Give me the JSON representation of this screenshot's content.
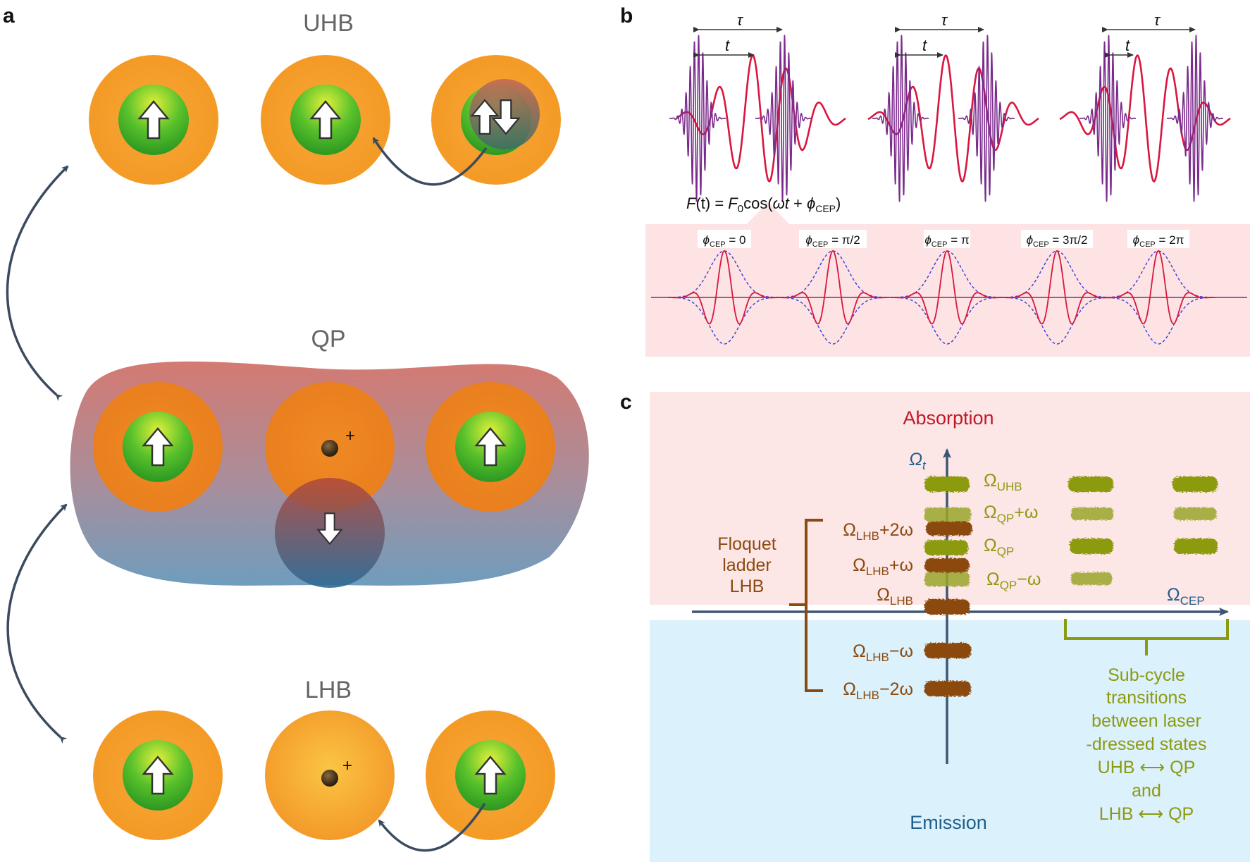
{
  "panels": {
    "a": "a",
    "b": "b",
    "c": "c"
  },
  "panel_a": {
    "uhb_label": "UHB",
    "qp_label": "QP",
    "lhb_label": "LHB",
    "hole_symbol": "+"
  },
  "panel_b": {
    "tau": "τ",
    "t": "t",
    "formula": {
      "f": "F",
      "paren_t": "(t) = ",
      "f0": "F",
      "sub0": "0",
      "cos": "cos(",
      "wt": "ωt",
      "plus": " + ",
      "phi": "ϕ",
      "sub": "CEP",
      "close": ")"
    },
    "cep_labels": [
      {
        "phi": "ϕ",
        "sub": "CEP",
        "value": " = 0"
      },
      {
        "phi": "ϕ",
        "sub": "CEP",
        "value": " = π/2"
      },
      {
        "phi": "ϕ",
        "sub": "CEP",
        "value": " = π"
      },
      {
        "phi": "ϕ",
        "sub": "CEP",
        "value": " = 3π/2"
      },
      {
        "phi": "ϕ",
        "sub": "CEP",
        "value": " = 2π"
      }
    ]
  },
  "panel_c": {
    "absorption": "Absorption",
    "emission": "Emission",
    "y_axis": {
      "sym": "Ω",
      "sub": "t"
    },
    "x_axis": {
      "sym": "Ω",
      "sub": "CEP"
    },
    "floquet": [
      "Floquet",
      "ladder",
      "LHB"
    ],
    "lhb_levels": [
      {
        "sym": "Ω",
        "sub": "LHB",
        "suffix": "+2ω"
      },
      {
        "sym": "Ω",
        "sub": "LHB",
        "suffix": "+ω"
      },
      {
        "sym": "Ω",
        "sub": "LHB",
        "suffix": ""
      },
      {
        "sym": "Ω",
        "sub": "LHB",
        "suffix": "−ω"
      },
      {
        "sym": "Ω",
        "sub": "LHB",
        "suffix": "−2ω"
      }
    ],
    "qp_levels": [
      {
        "sym": "Ω",
        "sub": "UHB",
        "suffix": ""
      },
      {
        "sym": "Ω",
        "sub": "QP",
        "suffix": "+ω"
      },
      {
        "sym": "Ω",
        "sub": "QP",
        "suffix": ""
      },
      {
        "sym": "Ω",
        "sub": "QP",
        "suffix": "−ω"
      }
    ],
    "subcycle": [
      "Sub-cycle",
      "transitions",
      "between laser",
      "-dressed states",
      "UHB ⟷ QP",
      "and",
      "LHB ⟷  QP"
    ]
  },
  "colors": {
    "orange": "#f39c2a",
    "green": "#3cb82a",
    "arrow_dark": "#3b4a5e",
    "olive": "#8c9a10",
    "brown": "#8b4a10",
    "crimson": "#d8173f",
    "purple": "#7a2a8c",
    "absorption_red": "#c0182a",
    "emission_blue": "#1f5f8b",
    "axis_blue": "#3d5674",
    "pink_bg": "#fde6e6",
    "blue_bg": "#dbf1fb"
  }
}
